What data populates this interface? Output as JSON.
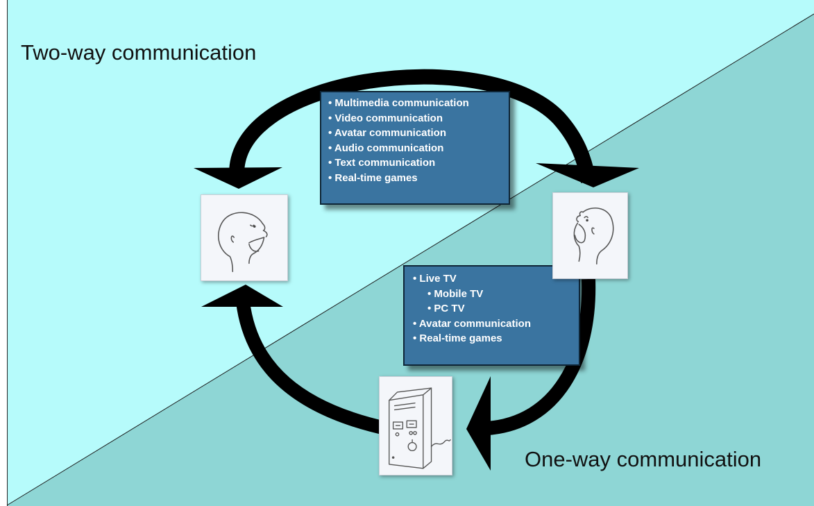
{
  "labels": {
    "two_way": "Two-way communication",
    "one_way": "One-way communication"
  },
  "two_way_box": {
    "items": [
      "• Multimedia communication",
      "• Video communication",
      "• Avatar communication",
      "• Audio communication",
      "• Text communication",
      "• Real-time games"
    ]
  },
  "one_way_box": {
    "items": [
      "• Live TV",
      "• Mobile TV",
      "• PC TV",
      "• Avatar communication",
      "• Real-time games"
    ]
  },
  "colors": {
    "upper_region": "#b6fbfb",
    "lower_region": "#8ed6d5",
    "box_fill": "#3a74a0",
    "arrow": "#000000"
  },
  "icons": [
    "person-face-left-icon",
    "person-face-right-icon",
    "broadcast-device-icon"
  ]
}
